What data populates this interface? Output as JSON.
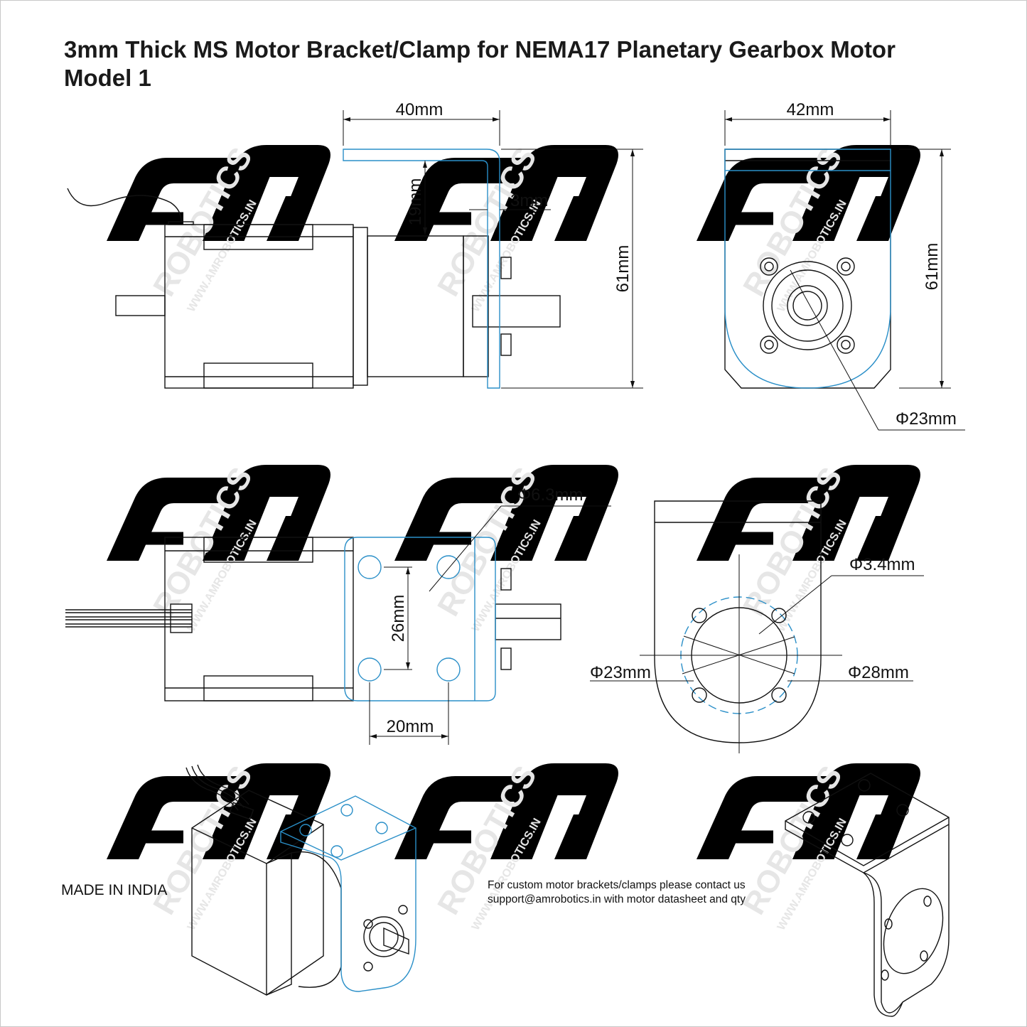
{
  "title": {
    "line1": "3mm Thick MS Motor Bracket/Clamp for NEMA17 Planetary Gearbox Motor",
    "line2": "Model 1"
  },
  "dimensions": {
    "side_width": "40mm",
    "side_height_top": "19mm",
    "thickness": "3mm",
    "side_height": "61mm",
    "front_width": "42mm",
    "front_height": "61mm",
    "front_bore": "Φ23mm",
    "top_hole_dia": "Φ6.3mm",
    "top_hole_spacing_v": "26mm",
    "top_hole_spacing_h": "20mm",
    "face_hole_dia": "Φ3.4mm",
    "face_bore": "Φ23mm",
    "face_pcd": "Φ28mm"
  },
  "contact": {
    "line1": "For custom motor brackets/clamps please contact us",
    "line2": "support@amrobotics.in with motor datasheet and qty"
  },
  "footer": "MADE IN INDIA",
  "watermark": {
    "logo": "AM",
    "brand": "ROBOTICS",
    "url": "WWW.AMROBOTICS.IN"
  },
  "colors": {
    "bracket_line": "#2a8fc8",
    "outline": "#111111",
    "watermark": "#e6e6e6"
  }
}
